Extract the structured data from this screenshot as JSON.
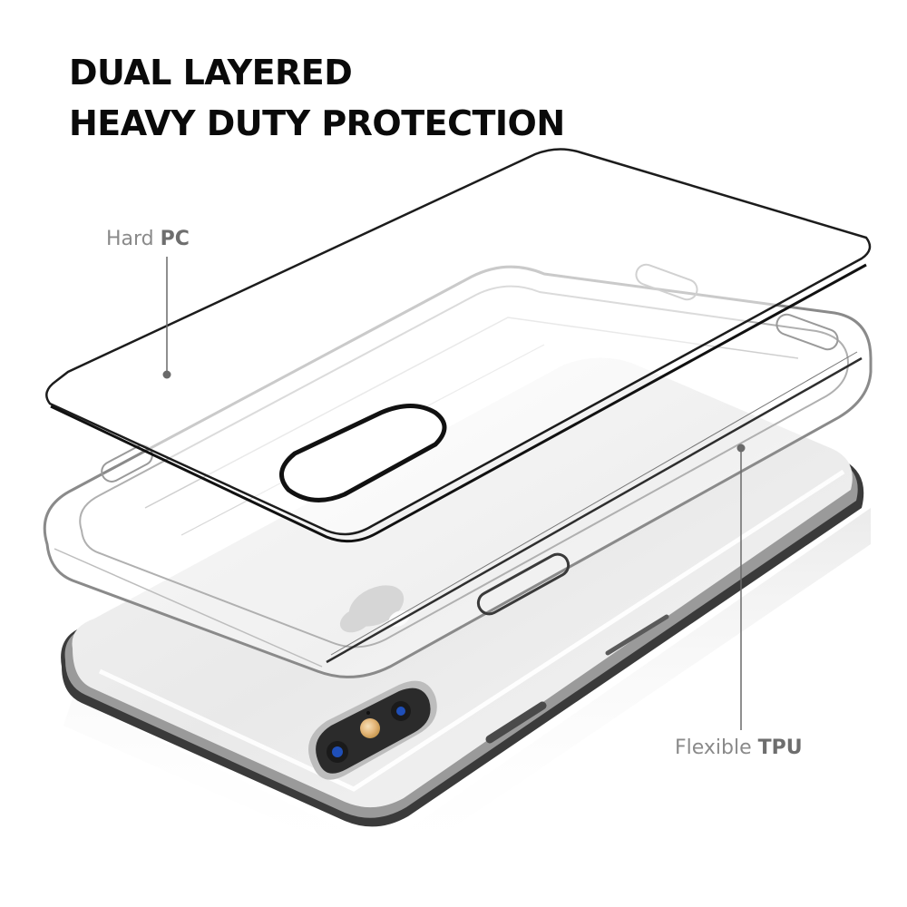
{
  "headline": {
    "line1": "DUAL LAYERED",
    "line2": "HEAVY DUTY PROTECTION"
  },
  "callouts": {
    "hard_pc": {
      "prefix": "Hard",
      "emphasis": "PC"
    },
    "flexible_tpu": {
      "prefix": "Flexible",
      "emphasis": "TPU"
    }
  },
  "illustration": {
    "subject": "transparent two-layer phone case exploded above phone back",
    "layers": [
      "hard-pc-back-plate",
      "flexible-tpu-bumper-frame",
      "phone-body"
    ]
  },
  "colors": {
    "background": "#ffffff",
    "headline": "#0a0a0a",
    "callout_text": "#7a7a7a",
    "leader_line": "#6a6a6a",
    "camera_module": "#2b2b2b",
    "lens_blue": "#1f4fb8",
    "flash": "#e8c27a"
  }
}
